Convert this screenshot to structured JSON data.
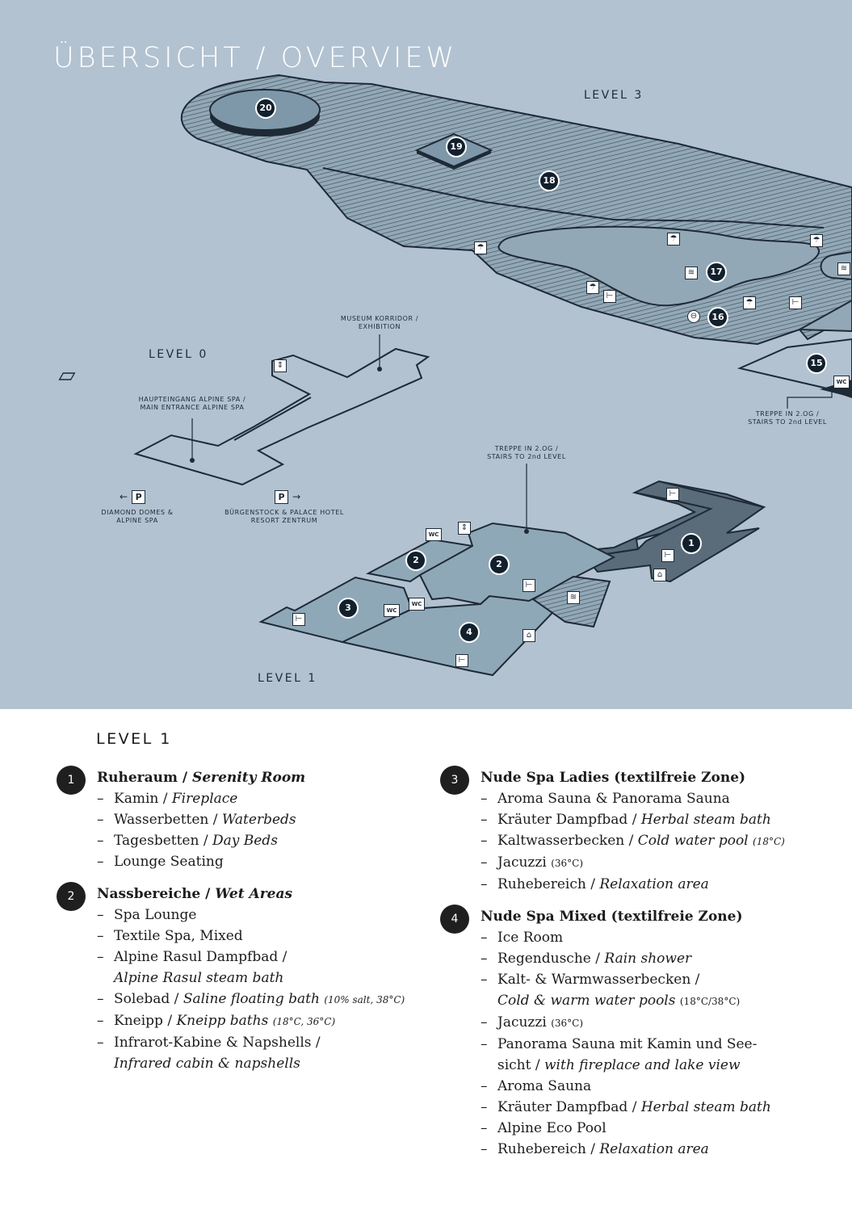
{
  "map": {
    "title": "ÜBERSICHT / OVERVIEW",
    "levels": {
      "level3": "LEVEL 3",
      "level0": "LEVEL 0",
      "level1": "LEVEL 1"
    },
    "labels": {
      "museum": "MUSEUM KORRIDOR /\nEXHIBITION",
      "main_entrance": "HAUPTEINGANG ALPINE SPA /\nMAIN ENTRANCE ALPINE SPA",
      "stairs_level3": "TREPPE IN 2.OG /\nSTAIRS TO 2nd LEVEL",
      "stairs_level1": "TREPPE IN 2.OG /\nSTAIRS TO 2nd LEVEL",
      "parking_left": "DIAMOND DOMES &\nALPINE SPA",
      "parking_right": "BÜRGENSTOCK & PALACE HOTEL\nRESORT ZENTRUM"
    },
    "parking": {
      "symbol": "P",
      "arrow_left": "←",
      "arrow_right": "→"
    },
    "markers": {
      "m20": "20",
      "m19": "19",
      "m18": "18",
      "m17": "17",
      "m16": "16",
      "m15": "15",
      "m1": "1",
      "m2a": "2",
      "m2b": "2",
      "m3": "3",
      "m4": "4"
    },
    "wc": "WC",
    "icon_names": [
      "umbrella-icon",
      "lounger-icon",
      "water-icon",
      "shower-icon",
      "fireplace-icon",
      "elevator-icon"
    ],
    "colors": {
      "background": "#b2c2d1",
      "floor": "#8fa8b8",
      "floor_dark": "#586a78",
      "outline": "#1e2a36"
    }
  },
  "legend": {
    "level": "LEVEL 1",
    "col1": [
      {
        "num": "1",
        "title_de": "Ruheraum /",
        "title_en": "Serenity Room",
        "items": [
          {
            "de": "Kamin /",
            "en": "Fireplace"
          },
          {
            "de": "Wasserbetten /",
            "en": "Waterbeds"
          },
          {
            "de": "Tagesbetten /",
            "en": "Day Beds"
          },
          {
            "de": "Lounge Seating"
          }
        ]
      },
      {
        "num": "2",
        "title_de": "Nassbereiche /",
        "title_en": "Wet Areas",
        "items": [
          {
            "de": "Spa Lounge"
          },
          {
            "de": "Textile Spa, Mixed"
          },
          {
            "de": "Alpine Rasul Dampfbad /",
            "en2": "Alpine Rasul steam bath"
          },
          {
            "de": "Solebad /",
            "en": "Saline floating bath",
            "note": "(10% salt, 38°C)"
          },
          {
            "de": "Kneipp /",
            "en": "Kneipp baths",
            "note": "(18°C, 36°C)"
          },
          {
            "de": "Infrarot-Kabine & Napshells /",
            "en2": "Infrared cabin & napshells"
          }
        ]
      }
    ],
    "col2": [
      {
        "num": "3",
        "title_de": "Nude Spa Ladies (textilfreie Zone)",
        "items": [
          {
            "de": "Aroma Sauna & Panorama Sauna"
          },
          {
            "de": "Kräuter Dampfbad /",
            "en": "Herbal steam bath"
          },
          {
            "de": "Kaltwasserbecken /",
            "en": "Cold water pool",
            "note": "(18°C)"
          },
          {
            "de": "Jacuzzi",
            "plain_note": "(36°C)"
          },
          {
            "de": "Ruhebereich /",
            "en": "Relaxation area"
          }
        ]
      },
      {
        "num": "4",
        "title_de": "Nude Spa Mixed (textilfreie Zone)",
        "items": [
          {
            "de": "Ice Room"
          },
          {
            "de": "Regendusche /",
            "en": "Rain shower"
          },
          {
            "de": "Kalt- & Warmwasserbecken /",
            "en2": "Cold & warm water pools",
            "plain_note2": "(18°C/38°C)"
          },
          {
            "de": "Jacuzzi",
            "plain_note": "(36°C)"
          },
          {
            "de": "Panorama Sauna mit Kamin und See-",
            "de2": "sicht /",
            "en2": "with fireplace and lake view"
          },
          {
            "de": "Aroma Sauna"
          },
          {
            "de": "Kräuter Dampfbad /",
            "en": "Herbal steam bath"
          },
          {
            "de": "Alpine Eco Pool"
          },
          {
            "de": "Ruhebereich /",
            "en": "Relaxation area"
          }
        ]
      }
    ]
  }
}
